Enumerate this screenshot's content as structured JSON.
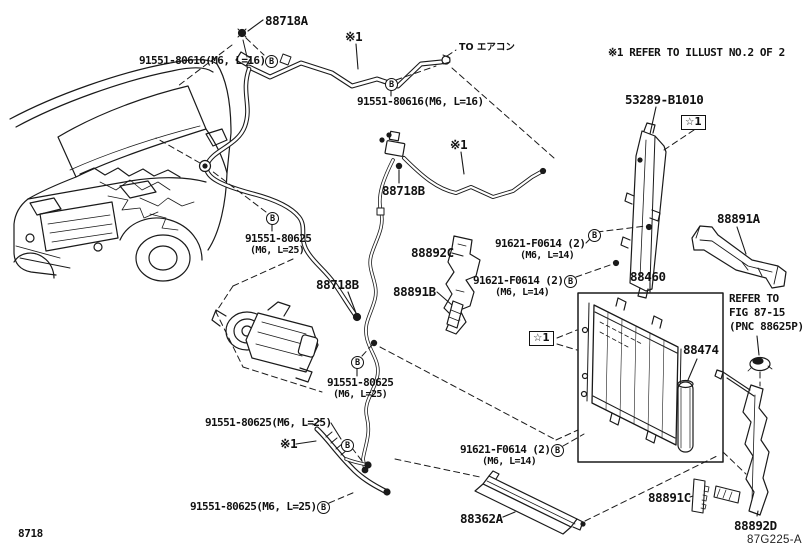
{
  "diagram": {
    "title_note": "※1  REFER TO ILLUST NO.2 OF 2",
    "figure_code": "8718",
    "plate_code": "87G225-A",
    "destination_note": "TO エアコン",
    "reference_note": {
      "line1": "REFER TO",
      "line2": "FIG 87-15",
      "line3": "(PNC 88625P)"
    },
    "symbols": {
      "fastener_b": "B",
      "star_flag": "☆1",
      "asterisk_flag": "※1"
    },
    "parts": {
      "p88718A": "88718A",
      "p88718B": "88718B",
      "p53289": "53289-B1010",
      "p88891A": "88891A",
      "p88891B": "88891B",
      "p88891C": "88891C",
      "p88892C": "88892C",
      "p88892D": "88892D",
      "p88460": "88460",
      "p88474": "88474",
      "p88362A": "88362A"
    },
    "fasteners": {
      "b16": "91551-80616(M6, L=16)",
      "b25": "91551-80625",
      "b25_sub": "(M6, L=25)",
      "b25_inline": "91551-80625(M6, L=25)",
      "b14": "91621-F0614 (2)",
      "b14_sub": "(M6, L=14)"
    }
  }
}
